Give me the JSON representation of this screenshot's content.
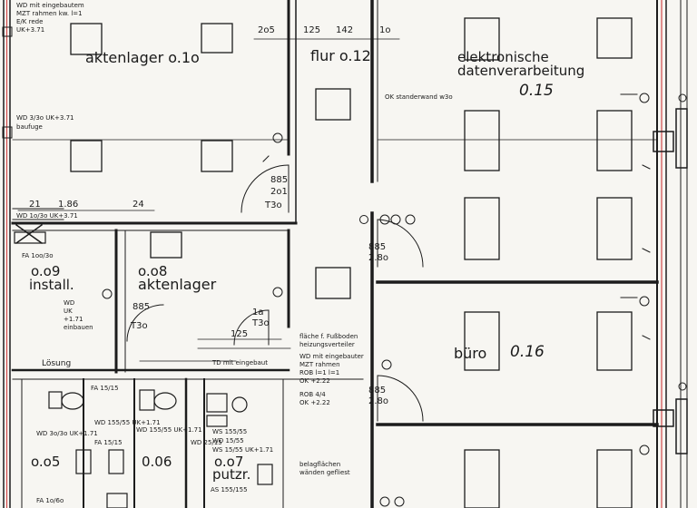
{
  "rooms": {
    "aktenlager_010": "aktenlager o.1o",
    "flur_012": "flur o.12",
    "edv_line1": "elektronische",
    "edv_line2": "datenverarbeitung",
    "edv_number": "0.15",
    "installation_number": "o.o9",
    "installation_name": "install.",
    "aktenlager_008_number": "o.o8",
    "aktenlager_008_name": "aktenlager",
    "buero": "büro",
    "buero_number": "0.16",
    "wc_005": "o.o5",
    "wc_006": "0.06",
    "putzr_number": "o.o7",
    "putzr_name": "putzr."
  },
  "dimensions": {
    "top_205": "2o5",
    "top_125": "125",
    "top_142": "142",
    "top_1o": "1o",
    "door_885_a": "885",
    "door_201": "2o1",
    "door_t3o_a": "T3o",
    "door_885_b": "885",
    "door_280_b": "2.8o",
    "door_885_c": "885",
    "door_280_c": "2.8o",
    "left_21": "21",
    "left_186": "1.86",
    "left_24": "24",
    "mid_885": "885",
    "mid_t3o": "T3o",
    "mid_125": "125",
    "mid_t3o_b": "T3o",
    "mid_1a": "1a"
  },
  "notes": {
    "top_left_1": "WD mit eingebautem",
    "top_left_2": "MZT rahmen kw. l=1",
    "top_left_3": "E/K rede",
    "top_left_4": "UK+3.71",
    "left_wd_1": "WD 3/3o UK+3.71",
    "left_wd_2": "baufuge",
    "edv_ok": "OK standerwand w3o",
    "inst_fa": "FA 1oo/3o",
    "inst_wd": "WD 1o/3o UK+3.71",
    "inst_note_1": "WD",
    "inst_note_2": "UK",
    "inst_note_3": "+1.71",
    "inst_note_4": "einbauen",
    "losung": "Lösung",
    "flache_1": "fläche f. Fußboden",
    "flache_2": "heizungsverteiler",
    "wd_1": "WD mit eingebauter",
    "wd_2": "MZT rahmen",
    "wd_3": "ROB l=1 l=1",
    "wd_4": "OK +2.22",
    "rob": "ROB 4/4",
    "ok222": "OK +2.22",
    "td": "TD mit eingebaut",
    "fa_155": "FA 15/15",
    "wd_3o": "WD 3o/3o UK+1.71",
    "wd_155": "WD 155/55 UK+1.71",
    "fa_155b": "FA 15/15",
    "wd_155b": "WD 155/55 UK+1.71",
    "wd_25": "WD 25/15",
    "ws_155": "WS 155/55",
    "wd_15": "WD 15/55",
    "ws_2": "WS 15/55 UK+1.71",
    "as_155": "AS 155/155",
    "fa_bottom": "FA 1o/6o",
    "belag_1": "belagflächen",
    "belag_2": "wänden gefliest"
  }
}
